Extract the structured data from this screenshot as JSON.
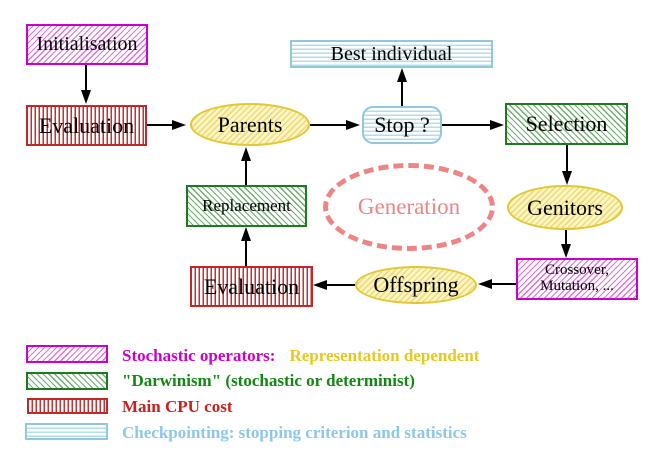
{
  "diagram": {
    "nodes": {
      "initialisation": "Initialisation",
      "evaluation_top": "Evaluation",
      "parents": "Parents",
      "stop": "Stop ?",
      "best_individual": "Best individual",
      "selection": "Selection",
      "genitors": "Genitors",
      "crossover_line1": "Crossover,",
      "crossover_line2": "Mutation, ...",
      "offspring": "Offspring",
      "evaluation_bottom": "Evaluation",
      "replacement": "Replacement",
      "generation": "Generation"
    },
    "edges": [
      {
        "from": "Initialisation",
        "to": "Evaluation"
      },
      {
        "from": "Evaluation",
        "to": "Parents"
      },
      {
        "from": "Parents",
        "to": "Stop ?"
      },
      {
        "from": "Stop ?",
        "to": "Best individual"
      },
      {
        "from": "Stop ?",
        "to": "Selection"
      },
      {
        "from": "Selection",
        "to": "Genitors"
      },
      {
        "from": "Genitors",
        "to": "Crossover, Mutation, ..."
      },
      {
        "from": "Crossover, Mutation, ...",
        "to": "Offspring"
      },
      {
        "from": "Offspring",
        "to": "Evaluation"
      },
      {
        "from": "Evaluation",
        "to": "Replacement"
      },
      {
        "from": "Replacement",
        "to": "Parents"
      }
    ],
    "legend": {
      "stochastic_label": "Stochastic operators:",
      "stochastic_suffix": "Representation dependent",
      "darwinism_label": "\"Darwinism\" (stochastic or determinist)",
      "cpu_label": "Main CPU cost",
      "checkpointing_label": "Checkpointing: stopping criterion and statistics"
    },
    "colors": {
      "magenta": "#cc00cc",
      "green_border": "#1e7a1e",
      "green_text": "#118811",
      "red_stripes": "#c53030",
      "red_text": "#cc2020",
      "cyan_border": "#90c8dc",
      "cyan_text": "#8cc8e8",
      "yellow_border": "#e2c832",
      "gold_text": "#e8c820",
      "salmon": "#ee8585",
      "arrow": "#000000"
    }
  }
}
